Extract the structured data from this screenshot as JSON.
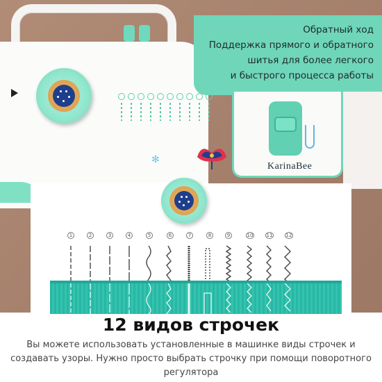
{
  "callout": {
    "lines": [
      "Обратный ход",
      "Поддержка прямого и обратного",
      "шитья для более легкого",
      "и быстрого процесса работы"
    ]
  },
  "brand": {
    "name": "KarinaBee"
  },
  "stitch_patterns": {
    "numbers": [
      "1",
      "2",
      "3",
      "4",
      "5",
      "6",
      "7",
      "8",
      "9",
      "10",
      "11",
      "12"
    ]
  },
  "headline": "12 видов строчек",
  "description": "Вы можете использовать установленные в машинке виды строчек и создавать узоры. Нужно просто выбрать строчку при помощи поворотного регулятора",
  "colors": {
    "mint": "#6fd6ba",
    "teal_fabric": "#27b7a4",
    "background": "#a9836e"
  },
  "icons": [
    "dial-knob-icon",
    "reverse-lever-icon",
    "flower-decoration-icon",
    "snowflake-icon"
  ]
}
